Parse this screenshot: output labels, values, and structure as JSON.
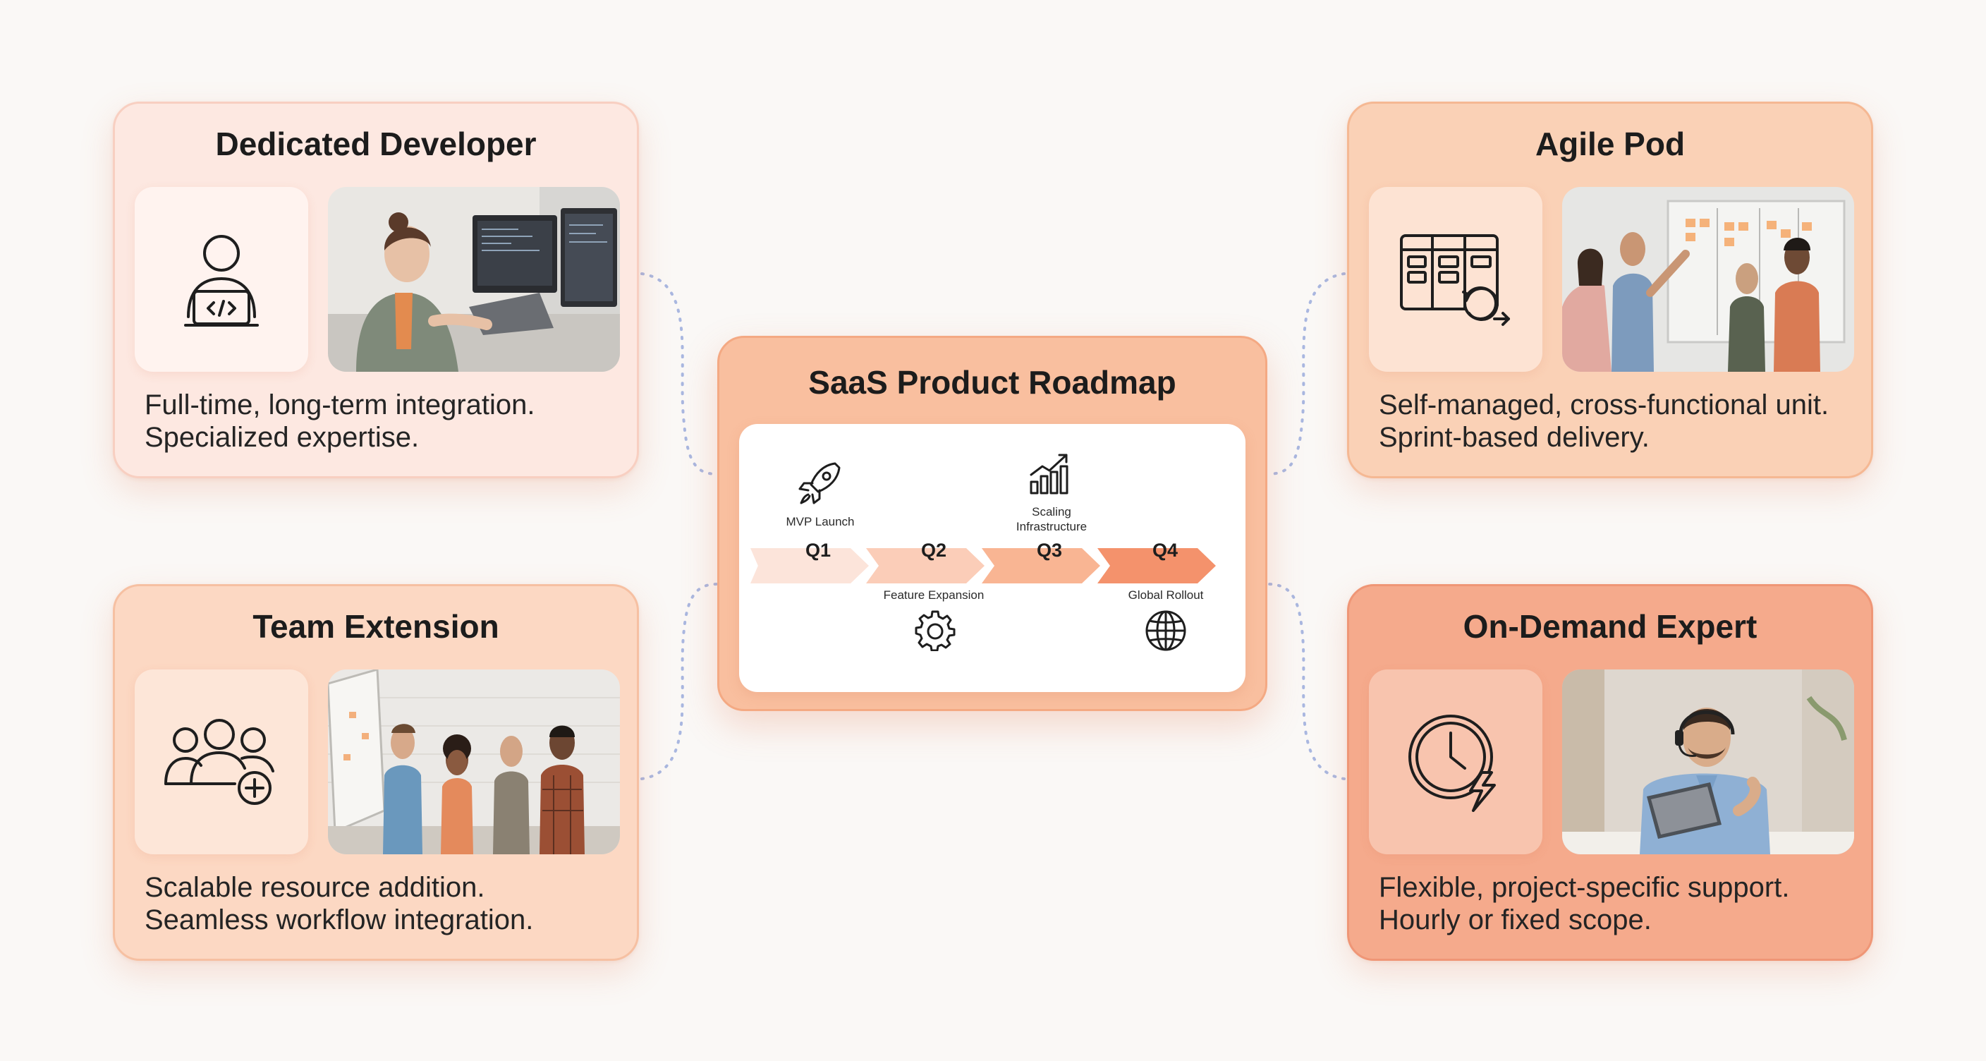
{
  "roadmap": {
    "title": "SaaS Product Roadmap",
    "quarters": [
      "Q1",
      "Q2",
      "Q3",
      "Q4"
    ],
    "milestones": [
      {
        "quarter": "Q1",
        "label": "MVP Launch",
        "icon": "rocket-icon"
      },
      {
        "quarter": "Q2",
        "label": "Feature Expansion",
        "icon": "gear-icon"
      },
      {
        "quarter": "Q3",
        "label_lines": [
          "Scaling",
          "Infrastructure"
        ],
        "icon": "growth-chart-icon"
      },
      {
        "quarter": "Q4",
        "label": "Global Rollout",
        "icon": "globe-icon"
      }
    ],
    "arrow_colors": [
      "#fce4da",
      "#fbcdb8",
      "#f9b593",
      "#f4926c"
    ]
  },
  "cards": {
    "dedicated": {
      "title": "Dedicated Developer",
      "icon": "developer-laptop-icon",
      "photo": "woman-coding-at-desk-photo",
      "lines": [
        "Full-time, long-term integration.",
        "Specialized expertise."
      ]
    },
    "agile": {
      "title": "Agile Pod",
      "icon": "kanban-board-cycle-icon",
      "photo": "team-at-whiteboard-photo",
      "lines": [
        "Self-managed, cross-functional unit.",
        "Sprint-based delivery."
      ]
    },
    "extension": {
      "title": "Team Extension",
      "icon": "add-team-members-icon",
      "photo": "team-standing-discussion-photo",
      "lines": [
        "Scalable resource addition.",
        "Seamless workflow integration."
      ]
    },
    "expert": {
      "title": "On-Demand Expert",
      "icon": "clock-lightning-icon",
      "photo": "man-with-headset-and-tablet-photo",
      "lines": [
        "Flexible, project-specific support.",
        "Hourly or fixed scope."
      ]
    }
  },
  "colors": {
    "background": "#faf8f6",
    "accent": "#f4926c",
    "connector": "#a9b7e0",
    "text": "#1c1c1c"
  }
}
